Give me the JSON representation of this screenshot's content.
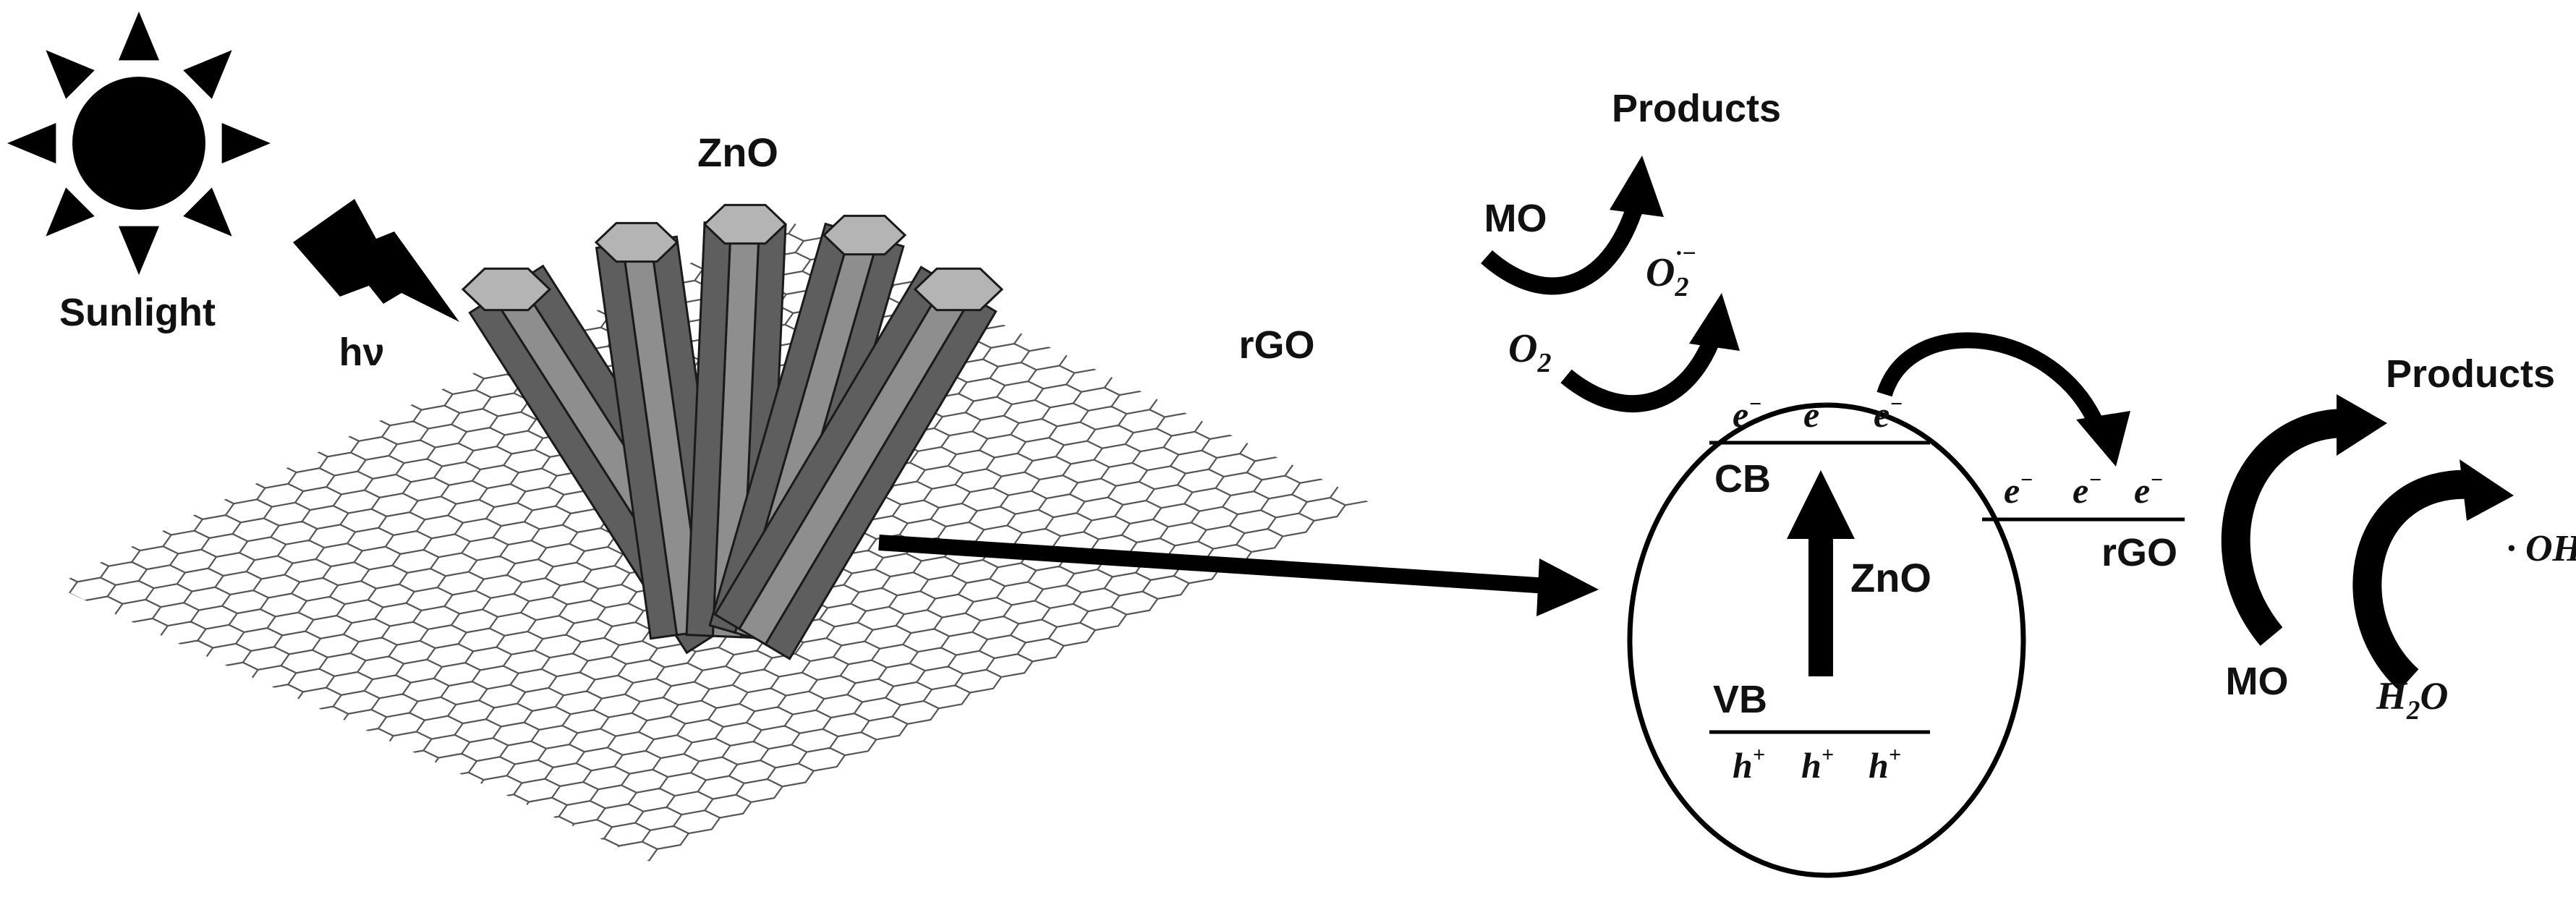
{
  "labels": {
    "sunlight": "Sunlight",
    "hv": "hν",
    "zno_top": "ZnO",
    "rgo_sheet": "rGO",
    "products_top": "Products",
    "mo_top": "MO",
    "o2_base": "O",
    "o2_sub": "2",
    "o2rad_base": "O",
    "o2rad_sub": "2",
    "o2rad_sup": "·−",
    "cb": "CB",
    "vb": "VB",
    "zno_center": "ZnO",
    "rgo_circle": "rGO",
    "electron": "e",
    "electron_sup": "−",
    "hole": "h",
    "hole_sup": "+",
    "products_right": "Products",
    "oh": "· OH",
    "mo_right": "MO",
    "h2o_h": "H",
    "h2o_sub": "2",
    "h2o_o": "O"
  },
  "colors": {
    "ink": "#000000",
    "rod_face_light": "#8e8e8e",
    "rod_face_dark": "#5e5e5e",
    "rod_top": "#b4b4b4",
    "lattice": "#555555"
  },
  "icons": [
    "sun-icon",
    "lightning-bolt-icon",
    "graphene-sheet-icon",
    "zno-nanorod-icon",
    "arrow-icon"
  ]
}
